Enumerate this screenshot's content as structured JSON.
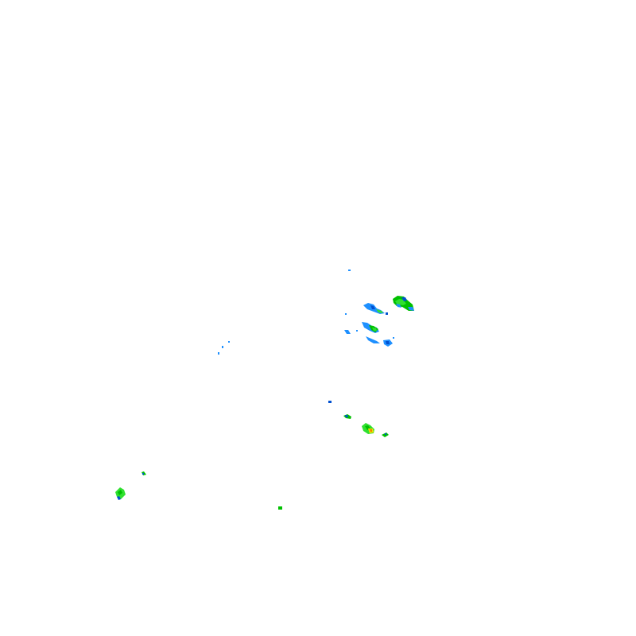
{
  "map": {
    "palette": {
      "light_blue": "#1e90ff",
      "blue": "#0050d0",
      "green": "#00c000",
      "bright_green": "#30e030",
      "yellow": "#f0e000",
      "orange": "#f08000"
    },
    "echo_clusters": [
      {
        "name": "echo-cluster-north-east-1",
        "intensity": "moderate"
      },
      {
        "name": "echo-cluster-north-east-2",
        "intensity": "light"
      },
      {
        "name": "echo-cluster-central-east",
        "intensity": "light"
      },
      {
        "name": "echo-cluster-south-east",
        "intensity": "heavy"
      },
      {
        "name": "echo-cluster-south-west",
        "intensity": "moderate"
      },
      {
        "name": "echo-fragment-west",
        "intensity": "light"
      },
      {
        "name": "echo-fragment-south",
        "intensity": "light"
      }
    ]
  }
}
